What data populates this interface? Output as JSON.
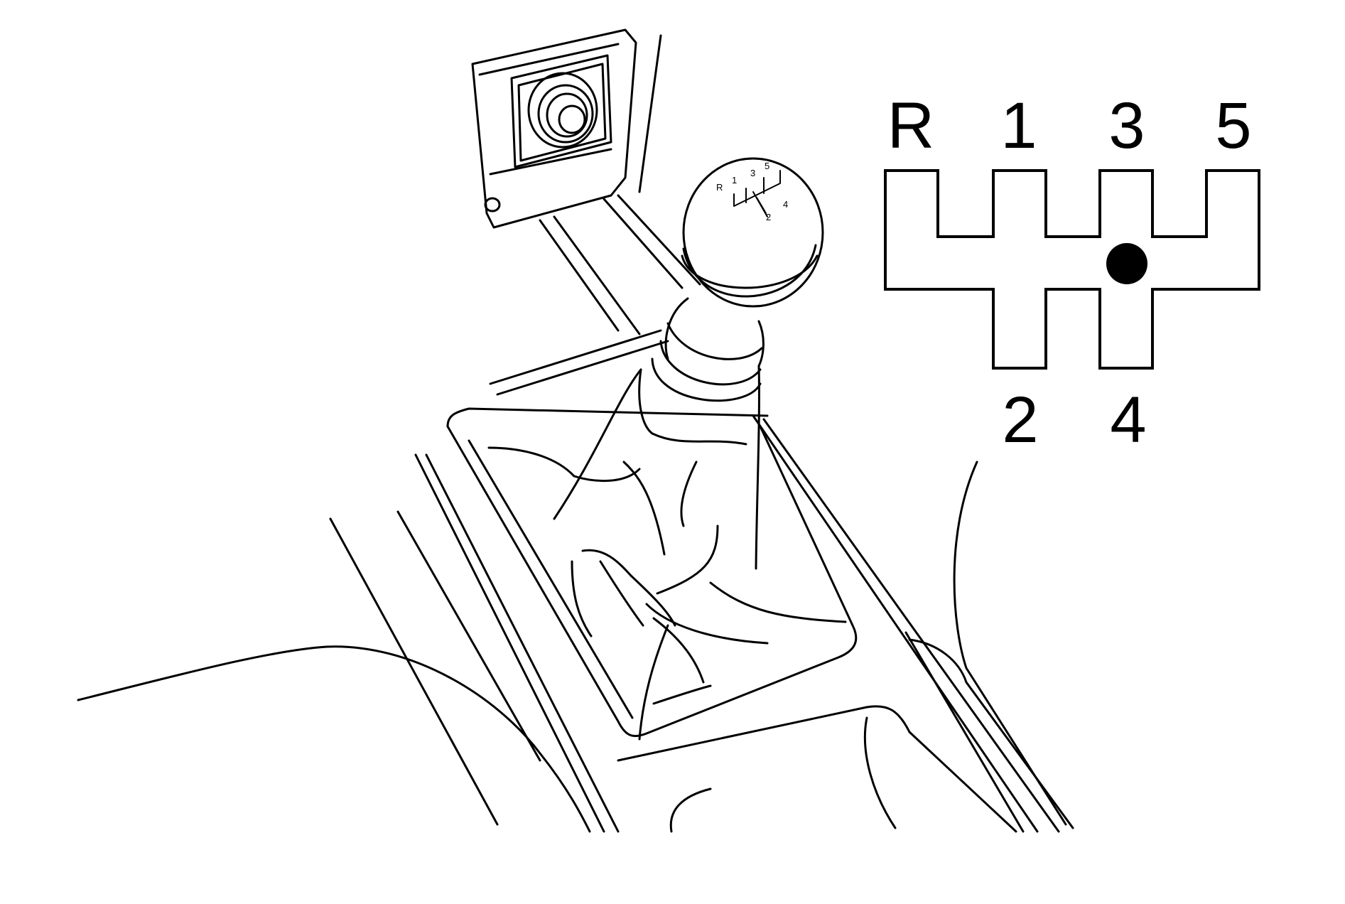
{
  "shift_pattern": {
    "top_labels": [
      "R",
      "1",
      "3",
      "5"
    ],
    "bottom_labels": [
      "2",
      "4"
    ],
    "selected_position": "neutral (between 3 and 4)"
  },
  "knob_engraving": {
    "labels": [
      "R",
      "1",
      "3",
      "5",
      "2",
      "4"
    ]
  },
  "colors": {
    "line": "#000000",
    "background": "#ffffff"
  }
}
